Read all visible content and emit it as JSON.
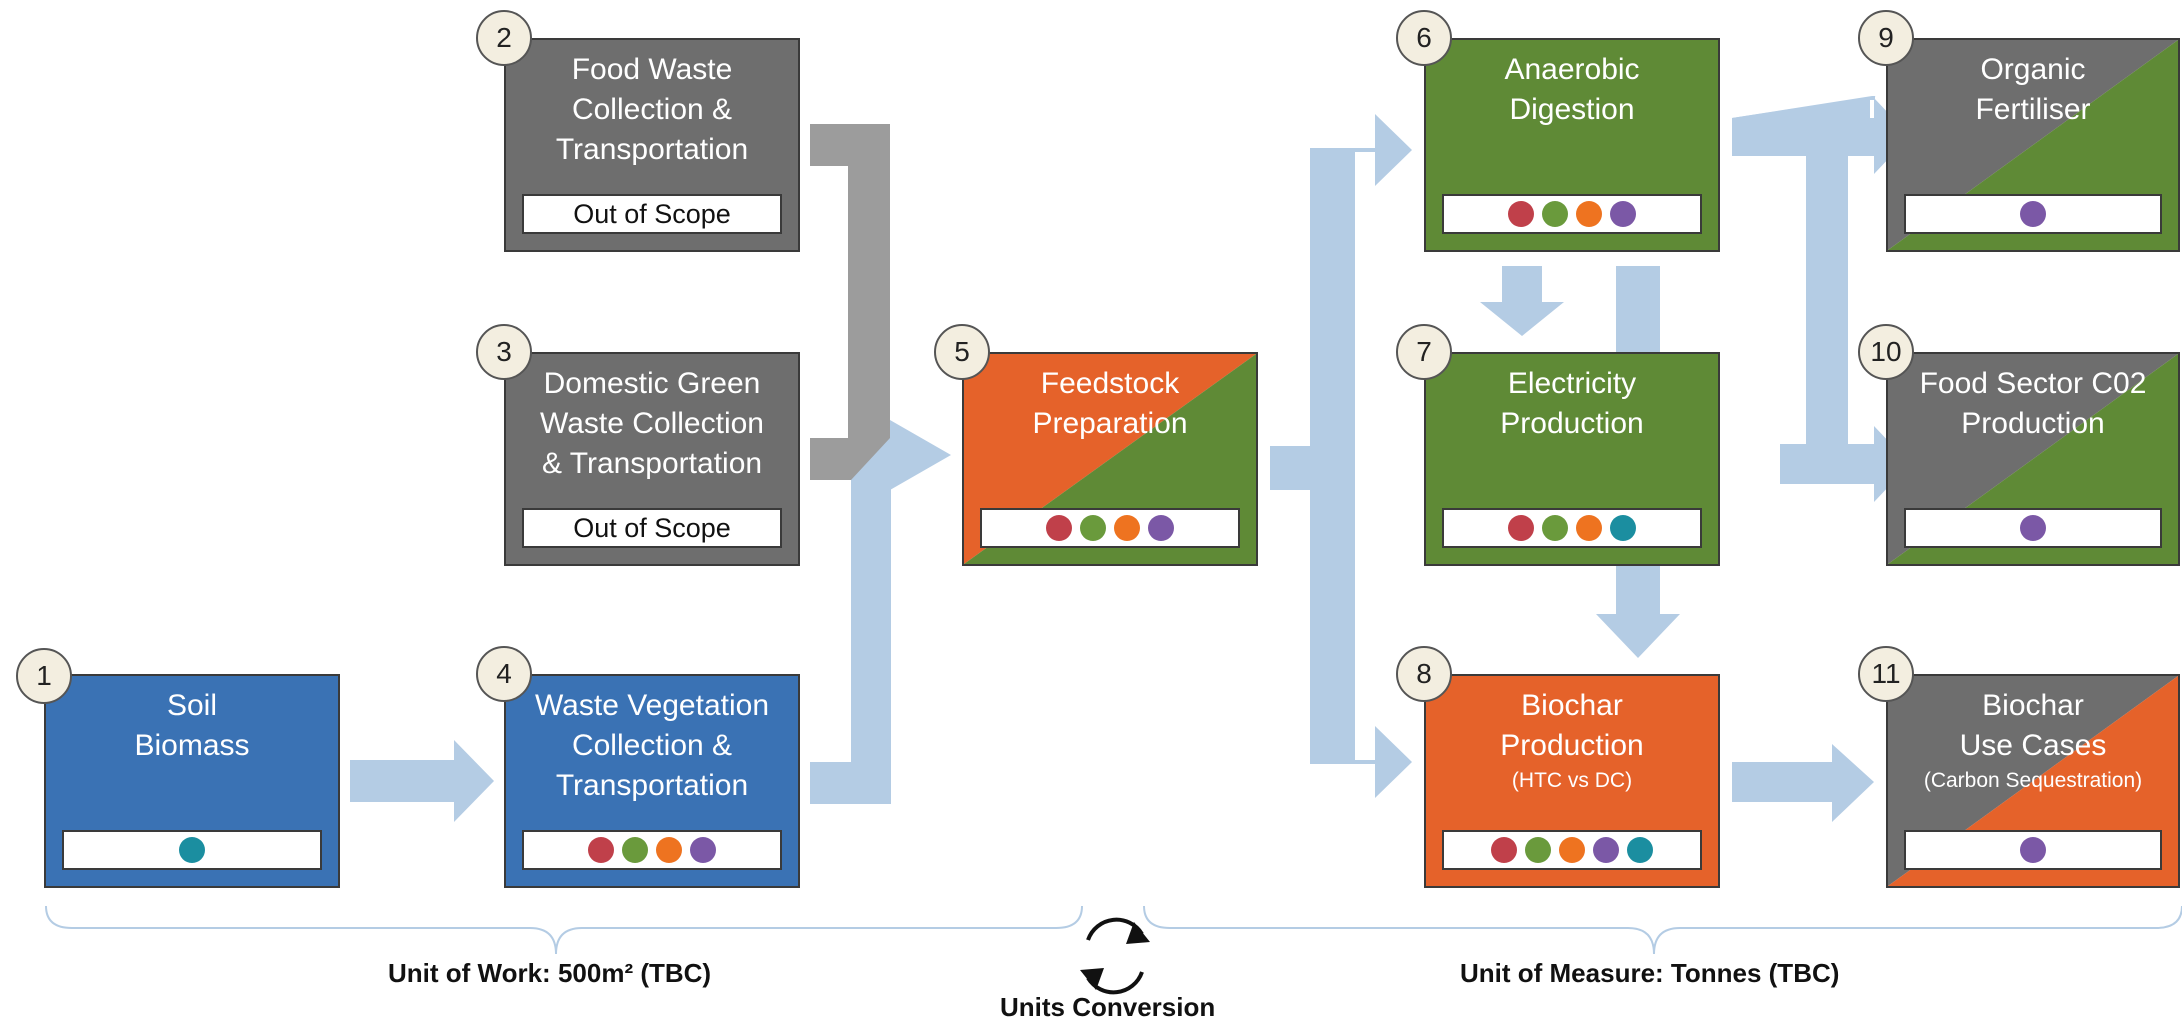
{
  "colors": {
    "dot_red": "#c0404a",
    "dot_green": "#6a9a3c",
    "dot_orange": "#ee7320",
    "dot_purple": "#7b58a6",
    "dot_teal": "#1b8ea0",
    "box_gray": "#6e6e6e",
    "box_green": "#5f8a36",
    "box_orange": "#e5622a",
    "box_blue": "#3a72b4",
    "arrow_light_blue": "#b4cce4",
    "arrow_gray": "#9c9c9c"
  },
  "nodes": {
    "n1": {
      "number": "1",
      "title": "Soil\nBiomass",
      "subtitle": "",
      "fill": "blue",
      "dots": [
        "teal"
      ]
    },
    "n2": {
      "number": "2",
      "title": "Food Waste\nCollection &\nTransportation",
      "subtitle": "",
      "fill": "gray",
      "status": "Out of Scope"
    },
    "n3": {
      "number": "3",
      "title": "Domestic Green\nWaste Collection\n& Transportation",
      "subtitle": "",
      "fill": "gray",
      "status": "Out of Scope"
    },
    "n4": {
      "number": "4",
      "title": "Waste Vegetation\nCollection &\nTransportation",
      "subtitle": "",
      "fill": "blue",
      "dots": [
        "red",
        "green",
        "orange",
        "purple"
      ]
    },
    "n5": {
      "number": "5",
      "title": "Feedstock\nPreparation",
      "subtitle": "",
      "fill": "orange-green",
      "dots": [
        "red",
        "green",
        "orange",
        "purple"
      ]
    },
    "n6": {
      "number": "6",
      "title": "Anaerobic\nDigestion",
      "subtitle": "",
      "fill": "green",
      "dots": [
        "red",
        "green",
        "orange",
        "purple"
      ]
    },
    "n7": {
      "number": "7",
      "title": "Electricity\nProduction",
      "subtitle": "",
      "fill": "green",
      "dots": [
        "red",
        "green",
        "orange",
        "teal"
      ]
    },
    "n8": {
      "number": "8",
      "title": "Biochar\nProduction",
      "subtitle": "(HTC vs DC)",
      "fill": "orange",
      "dots": [
        "red",
        "green",
        "orange",
        "purple",
        "teal"
      ]
    },
    "n9": {
      "number": "9",
      "title": "Organic\nFertiliser",
      "subtitle": "",
      "fill": "gray-green",
      "dots": [
        "purple"
      ]
    },
    "n10": {
      "number": "10",
      "title": "Food Sector C02\nProduction",
      "subtitle": "",
      "fill": "gray-green",
      "dots": [
        "purple"
      ]
    },
    "n11": {
      "number": "11",
      "title": "Biochar\nUse Cases",
      "subtitle": "(Carbon Sequestration)",
      "fill": "gray-orange",
      "dots": [
        "purple"
      ]
    }
  },
  "captions": {
    "unit_of_work": "Unit of Work: 500m² (TBC)",
    "units_conversion": "Units Conversion",
    "unit_of_measure": "Unit of Measure: Tonnes (TBC)"
  }
}
